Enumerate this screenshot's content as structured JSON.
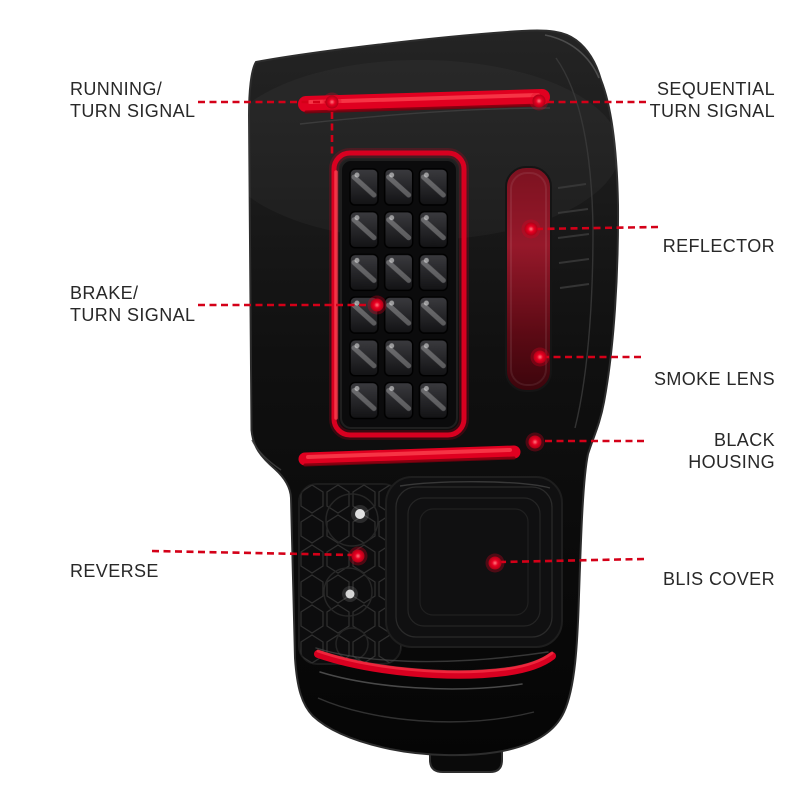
{
  "colors": {
    "accent_red": "#d80020",
    "label_text": "#282828",
    "housing_black": "#0a0a0a",
    "background": "#ffffff"
  },
  "callouts": {
    "running_turn_signal": {
      "label": "RUNNING/\nTURN SIGNAL",
      "side": "left"
    },
    "sequential_turn_signal": {
      "label": "SEQUENTIAL\nTURN SIGNAL",
      "side": "right"
    },
    "reflector": {
      "label": "REFLECTOR",
      "side": "right"
    },
    "brake_turn_signal": {
      "label": "BRAKE/\nTURN SIGNAL",
      "side": "left"
    },
    "smoke_lens": {
      "label": "SMOKE LENS",
      "side": "right"
    },
    "black_housing": {
      "label": "BLACK\nHOUSING",
      "side": "right"
    },
    "reverse": {
      "label": "REVERSE",
      "side": "left"
    },
    "blis_cover": {
      "label": "BLIS COVER",
      "side": "right"
    }
  }
}
